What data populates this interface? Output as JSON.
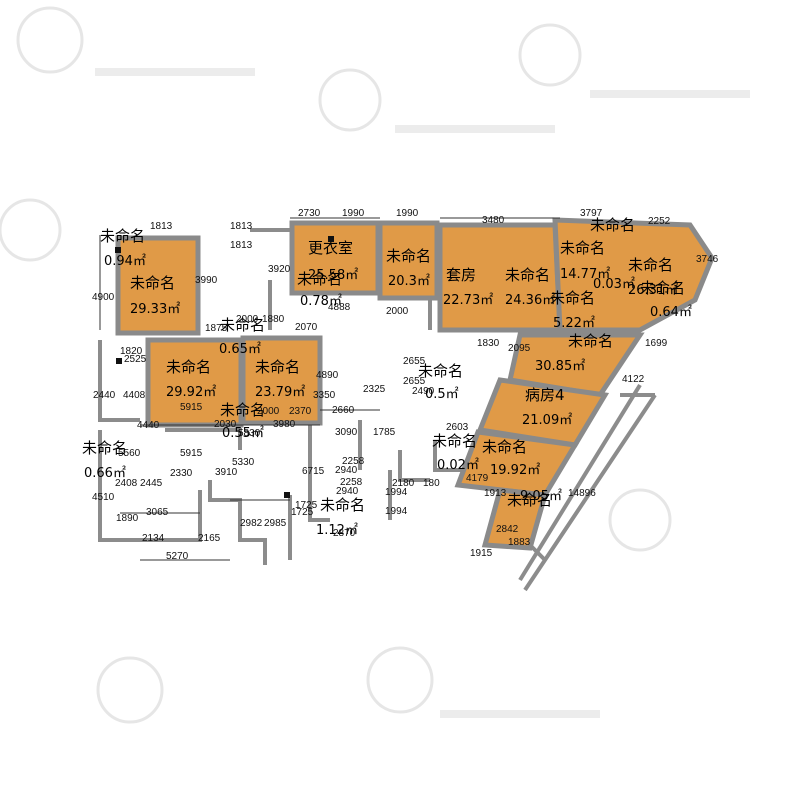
{
  "plan": {
    "rooms": [
      {
        "name": "更衣室",
        "area": "25.58㎡"
      },
      {
        "name": "未命名",
        "area": "20.3㎡"
      },
      {
        "name": "未命名",
        "area": "29.33㎡"
      },
      {
        "name": "未命名",
        "area": "29.92㎡"
      },
      {
        "name": "未命名",
        "area": "23.79㎡"
      },
      {
        "name": "套房",
        "area": "22.73㎡"
      },
      {
        "name": "未命名",
        "area": "24.36㎡"
      },
      {
        "name": "未命名",
        "area": "14.77㎡"
      },
      {
        "name": "未命名",
        "area": "26.31㎡"
      },
      {
        "name": "未命名",
        "area": "5.22㎡"
      },
      {
        "name": "未命名",
        "area": "30.85㎡"
      },
      {
        "name": "病房4",
        "area": "21.09㎡"
      },
      {
        "name": "未命名",
        "area": "19.92㎡"
      },
      {
        "name": "未命名",
        "area": "9.05㎡"
      },
      {
        "name": "未命名",
        "area": "0.64㎡"
      },
      {
        "name": "未命名",
        "area": "0.66㎡"
      },
      {
        "name": "未命名",
        "area": "0.5㎡"
      },
      {
        "name": "未命名",
        "area": "0.02㎡"
      },
      {
        "name": "未命名",
        "area": "0.94㎡"
      },
      {
        "name": "未命名",
        "area": "0.65㎡"
      },
      {
        "name": "未命名",
        "area": "0.55㎡"
      },
      {
        "name": "未命名",
        "area": "1.12㎡"
      },
      {
        "name": "未命名",
        "area": "0.78㎡"
      },
      {
        "name": "未命名",
        "area": "0.03㎡"
      }
    ],
    "dimensions": [
      "1813",
      "1813",
      "1813",
      "2730",
      "1990",
      "1990",
      "3480",
      "3797",
      "2252",
      "4900",
      "3990",
      "3920",
      "3746",
      "2000",
      "1880",
      "2070",
      "1875",
      "2000",
      "1830",
      "2095",
      "1699",
      "4888",
      "4890",
      "2655",
      "2655",
      "2490",
      "4122",
      "1820",
      "2525",
      "2440",
      "4408",
      "4440",
      "5915",
      "2030",
      "3980",
      "2000",
      "2370",
      "3350",
      "2660",
      "3090",
      "1785",
      "2325",
      "2603",
      "5830",
      "5560",
      "5915",
      "3910",
      "5330",
      "6715",
      "2940",
      "2258",
      "2330",
      "2408",
      "2445",
      "4510",
      "1890",
      "3065",
      "2982",
      "2985",
      "1725",
      "1725",
      "2940",
      "2258",
      "1994",
      "1994",
      "2180",
      "180",
      "4179",
      "1913",
      "14896",
      "2842",
      "1883",
      "1915",
      "2134",
      "2165",
      "5270",
      "2870"
    ]
  }
}
